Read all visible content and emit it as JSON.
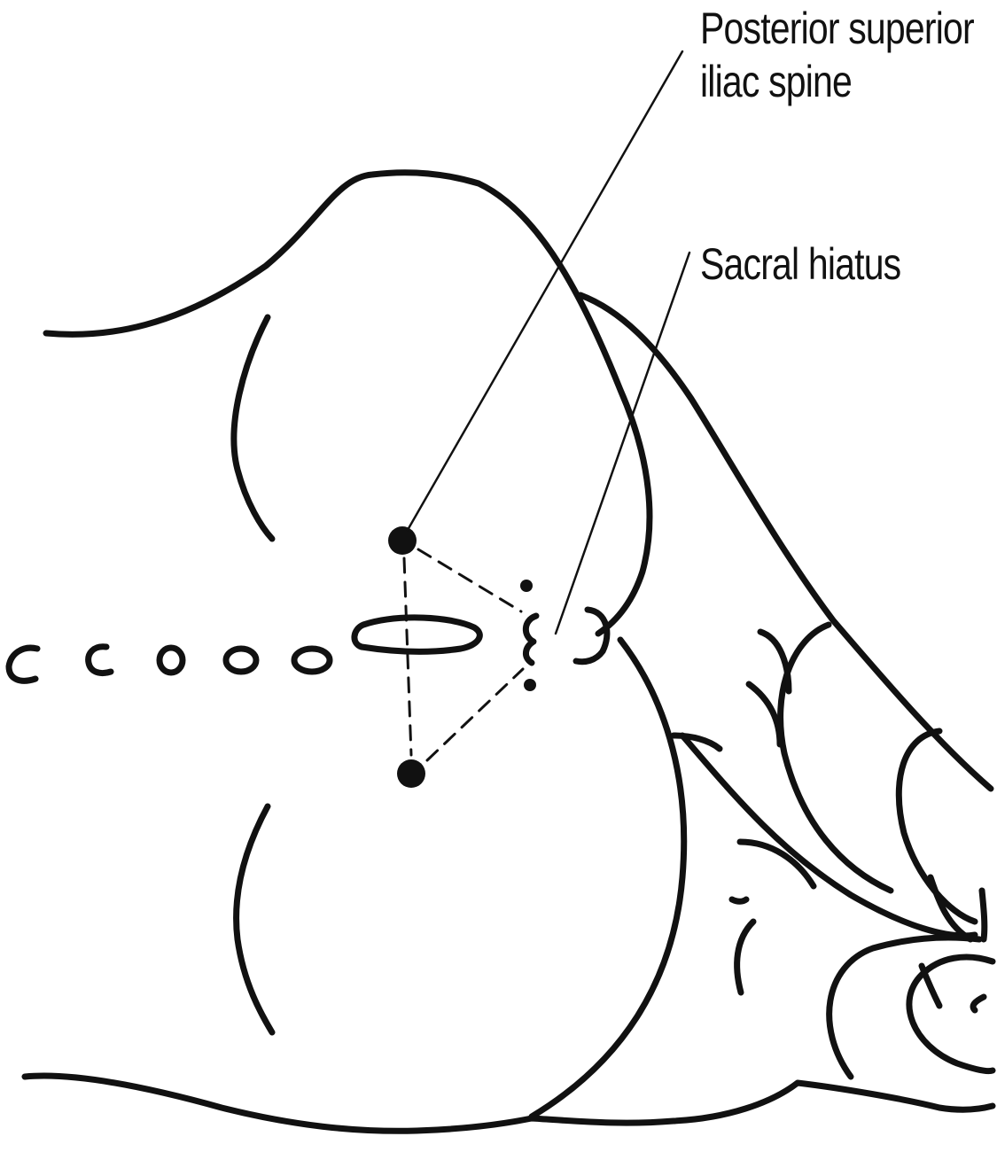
{
  "labels": {
    "posterior_superior_iliac_spine": [
      "Posterior superior",
      "iliac spine"
    ],
    "sacral_hiatus": "Sacral hiatus"
  },
  "colors": {
    "line": "#111111",
    "background": "#ffffff"
  }
}
